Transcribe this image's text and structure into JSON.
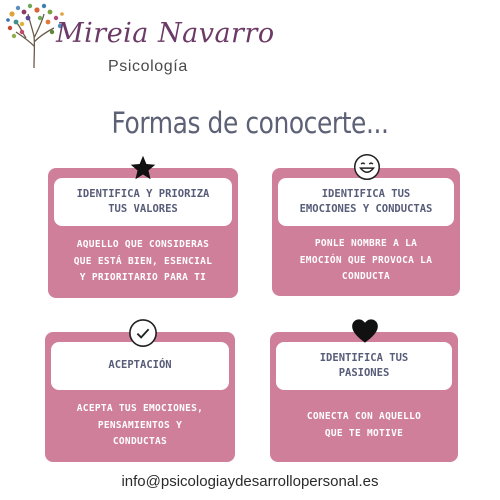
{
  "brand": {
    "name": "Mireia Navarro",
    "subtitle": "Psicología"
  },
  "title": "Formas de conocerte...",
  "cards": [
    {
      "icon": "star-icon",
      "heading": [
        "IDENTIFICA Y PRIORIZA",
        "TUS VALORES"
      ],
      "body": [
        "AQUELLO QUE CONSIDERAS",
        "QUE ESTÁ BIEN, ESENCIAL",
        "Y PRIORITARIO PARA TI"
      ]
    },
    {
      "icon": "smile-icon",
      "heading": [
        "IDENTIFICA TUS",
        "EMOCIONES Y CONDUCTAS"
      ],
      "body": [
        "PONLE NOMBRE A LA",
        "EMOCIÓN QUE PROVOCA LA",
        "CONDUCTA"
      ]
    },
    {
      "icon": "check-icon",
      "heading": [
        "ACEPTACIÓN"
      ],
      "body": [
        "ACEPTA TUS EMOCIONES,",
        "PENSAMIENTOS Y",
        "CONDUCTAS"
      ]
    },
    {
      "icon": "heart-icon",
      "heading": [
        "IDENTIFICA TUS",
        "PASIONES"
      ],
      "body": [
        "CONECTA CON AQUELLO",
        "QUE TE MOTIVE"
      ]
    }
  ],
  "footer": {
    "email": "info@psicologiaydesarrollopersonal.es"
  },
  "colors": {
    "card": "#cf7f9a",
    "brand": "#6b3a66",
    "title": "#5d6176"
  }
}
